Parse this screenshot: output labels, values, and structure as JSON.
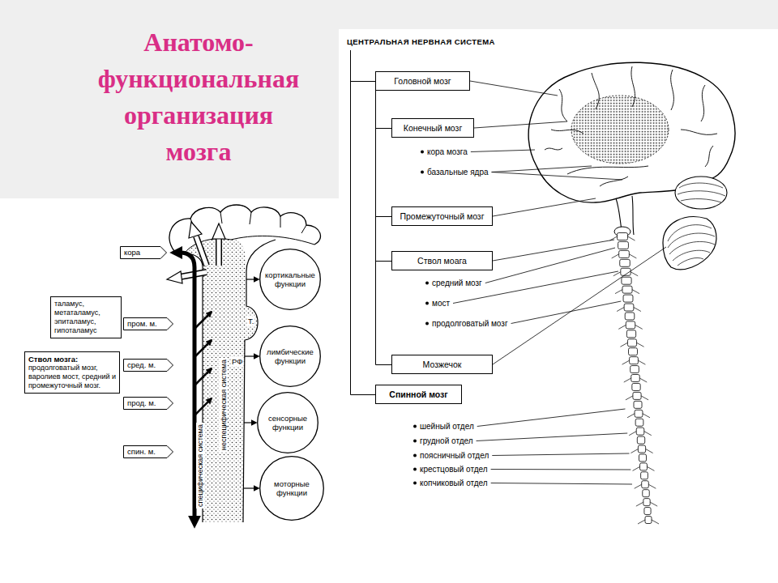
{
  "diagram": {
    "title": "Анатомо- функциональная организация мозга",
    "nodes": [
      {
        "text": [
          "кора"
        ]
      },
      {
        "text": [
          "таламус, метаталамус, эпиталамус, гипоталамус"
        ]
      },
      {
        "text": [
          "пром. м."
        ]
      },
      {
        "text": [
          "Ствол мозга:",
          "продолговатый мозг, варолиев мост, средний и промежуточный мозг."
        ]
      },
      {
        "text": [
          "сред. м."
        ]
      },
      {
        "text": [
          "прод. м."
        ]
      },
      {
        "text": [
          "спин. м."
        ]
      },
      {
        "text": [
          "кортикальные функции"
        ]
      },
      {
        "text": [
          "лимбические функции"
        ]
      },
      {
        "text": [
          "сенсорные функции"
        ]
      },
      {
        "text": [
          "моторные функции"
        ]
      },
      {
        "text": [
          "Головной мозг"
        ]
      },
      {
        "text": [
          "Конечный мозг"
        ]
      },
      {
        "text": [
          "Промежуточный мозг"
        ]
      },
      {
        "text": [
          "Ствол моага"
        ]
      },
      {
        "text": [
          "Мозжечок"
        ]
      },
      {
        "text": [
          "Спинной мозг"
        ]
      }
    ],
    "edges": [
      {
        "from": 11,
        "to": 12,
        "arrow": "none"
      },
      {
        "from": 11,
        "to": 13,
        "arrow": "none"
      },
      {
        "from": 11,
        "to": 14,
        "arrow": "none"
      },
      {
        "from": 11,
        "to": 15,
        "arrow": "none"
      }
    ],
    "labels": [
      "ЦЕНТРАЛЬНАЯ НЕРВНАЯ СИСТЕМА",
      "кора мозга",
      "базальные ядра",
      "средний мозг",
      "мост",
      "продолговатый мозг",
      "шейный отдел",
      "грудной отдел",
      "поясничный отдел",
      "крестцовый отдел",
      "копчиковый отдел",
      "Т.",
      "РФ",
      "специфическая система",
      "неспецифическая система"
    ]
  }
}
